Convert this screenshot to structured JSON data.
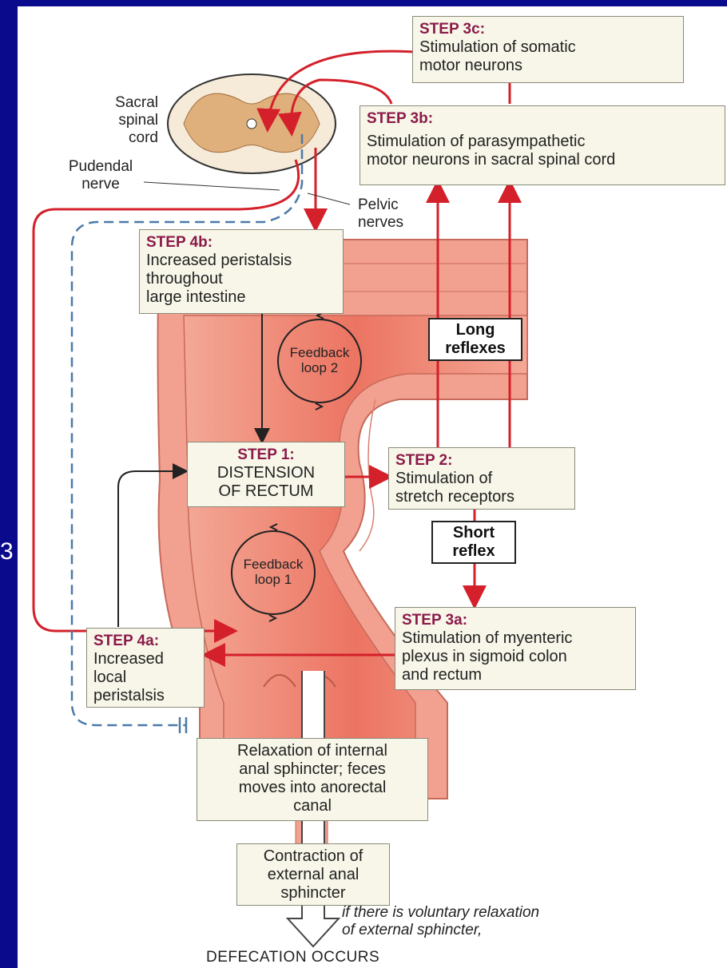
{
  "side_mark": "3",
  "labels": {
    "sacral_spinal_cord": [
      "Sacral",
      "spinal",
      "cord"
    ],
    "pudendal_nerve": [
      "Pudendal",
      "nerve"
    ],
    "pelvic_nerves": [
      "Pelvic",
      "nerves"
    ],
    "long_reflexes": [
      "Long",
      "reflexes"
    ],
    "short_reflex": [
      "Short",
      "reflex"
    ],
    "feedback_loop_2": [
      "Feedback",
      "loop 2"
    ],
    "feedback_loop_1": [
      "Feedback",
      "loop 1"
    ],
    "voluntary_note": [
      "if there is voluntary relaxation",
      "of external sphincter,"
    ],
    "defecation": "DEFECATION OCCURS"
  },
  "steps": {
    "step3c": {
      "title": "STEP 3c:",
      "text": [
        "Stimulation of somatic",
        "motor neurons"
      ]
    },
    "step3b": {
      "title": "STEP 3b:",
      "text": [
        "Stimulation of parasympathetic",
        "motor neurons in sacral spinal cord"
      ]
    },
    "step4b": {
      "title": "STEP 4b:",
      "text": [
        "Increased peristalsis",
        "throughout",
        "large intestine"
      ]
    },
    "step1": {
      "title": "STEP 1:",
      "text": [
        "DISTENSION",
        "OF RECTUM"
      ]
    },
    "step2": {
      "title": "STEP 2:",
      "text": [
        "Stimulation of",
        "stretch receptors"
      ]
    },
    "step3a": {
      "title": "STEP 3a:",
      "text": [
        "Stimulation of myenteric",
        "plexus in sigmoid colon",
        "and rectum"
      ]
    },
    "step4a": {
      "title": "STEP 4a:",
      "text": [
        "Increased",
        "local",
        "peristalsis"
      ]
    },
    "relaxation": {
      "text": [
        "Relaxation of internal",
        "anal sphincter; feces",
        "moves into anorectal",
        "canal"
      ]
    },
    "contraction": {
      "text": [
        "Contraction of",
        "external anal",
        "sphincter"
      ]
    }
  },
  "colors": {
    "frame": "#0a0a8c",
    "nerve_red": "#d4202a",
    "dashed_blue": "#4a7aa8",
    "tissue": "#f08878",
    "box_fill": "#f7f6e8",
    "step_title": "#8b1a4a"
  }
}
